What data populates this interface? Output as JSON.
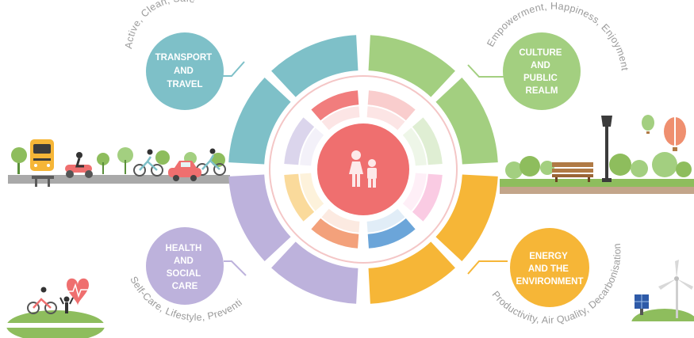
{
  "colors": {
    "transport": "#7ec0c8",
    "culture": "#a3cf80",
    "health": "#bdb2dc",
    "energy": "#f6b637",
    "center": "#ef6f6f",
    "ground": "#8ebd5d",
    "road": "#a9a9a9"
  },
  "categories": [
    {
      "id": "transport",
      "lines": [
        "TRANSPORT",
        "AND",
        "TRAVEL"
      ],
      "tagline": "Active, Clean, Safe"
    },
    {
      "id": "culture",
      "lines": [
        "CULTURE",
        "AND",
        "PUBLIC",
        "REALM"
      ],
      "tagline": "Empowerment, Happiness, Enjoyment"
    },
    {
      "id": "health",
      "lines": [
        "HEALTH",
        "AND",
        "SOCIAL",
        "CARE"
      ],
      "tagline": "Self-Care, Lifestyle, Prevention"
    },
    {
      "id": "energy",
      "lines": [
        "ENERGY",
        "AND THE",
        "ENVIRONMENT"
      ],
      "tagline": "Productivity, Air Quality, Decarbonisation"
    }
  ],
  "center_icon": "family-icon",
  "illustrations": [
    "train-icon",
    "scooter-icon",
    "bicycle-icon",
    "car-icon",
    "tree-icon",
    "park-bench-icon",
    "street-lamp-icon",
    "hot-air-balloon-icon",
    "heart-icon",
    "solar-panel-icon",
    "wind-turbine-icon"
  ]
}
